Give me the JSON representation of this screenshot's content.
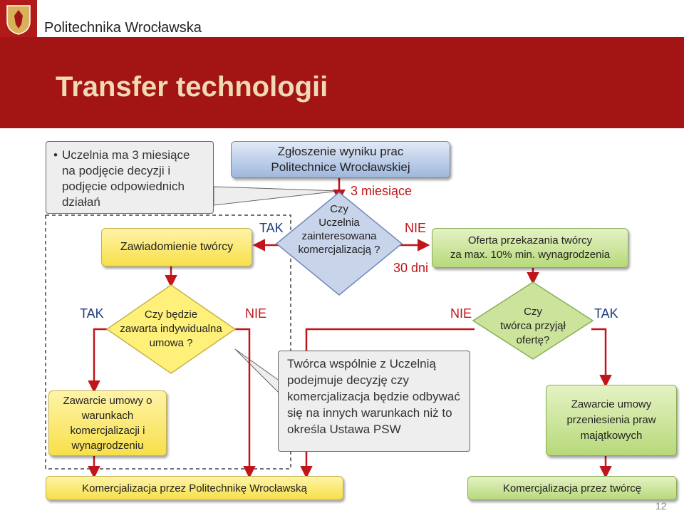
{
  "header": {
    "brand": "Politechnika Wrocławska",
    "title": "Transfer technologii"
  },
  "callouts": {
    "top_left": "Uczelnia ma 3 miesiące na podjęcie decyzji i podjęcie odpowiednich działań",
    "middle": "Twórca wspólnie z Uczelnią podejmuje decyzję czy komercjalizacja będzie odbywać się na innych warunkach niż to określa Ustawa PSW"
  },
  "nodes": {
    "zgloszenie_line1": "Zgłoszenie  wyniku prac",
    "zgloszenie_line2": "Politechnice Wrocławskiej",
    "zawiadomienie": "Zawiadomienie twórcy",
    "decision1_line1": "Czy",
    "decision1_line2": "Uczelnia",
    "decision1_line3": "zainteresowana",
    "decision1_line4": "komercjalizacją ?",
    "oferta_line1": "Oferta przekazania twórcy",
    "oferta_line2": "za max. 10% min. wynagrodzenia",
    "decision2_line1": "Czy będzie",
    "decision2_line2": "zawarta indywidualna",
    "decision2_line3": "umowa ?",
    "decision3_line1": "Czy",
    "decision3_line2": "twórca przyjął",
    "decision3_line3": "ofertę?",
    "zawarcie_umowy_line1": "Zawarcie umowy o",
    "zawarcie_umowy_line2": "warunkach",
    "zawarcie_umowy_line3": "komercjalizacji i",
    "zawarcie_umowy_line4": "wynagrodzeniu",
    "przeniesienie_line1": "Zawarcie umowy",
    "przeniesienie_line2": "przeniesienia praw",
    "przeniesienie_line3": "majątkowych",
    "komercjalizacja_pw": "Komercjalizacja przez Politechnikę Wrocławską",
    "komercjalizacja_tworca": "Komercjalizacja przez twórcę"
  },
  "labels": {
    "three_months": "3 miesiące",
    "thirty_days": "30 dni",
    "tak": "TAK",
    "nie": "NIE"
  },
  "page_number": "12"
}
